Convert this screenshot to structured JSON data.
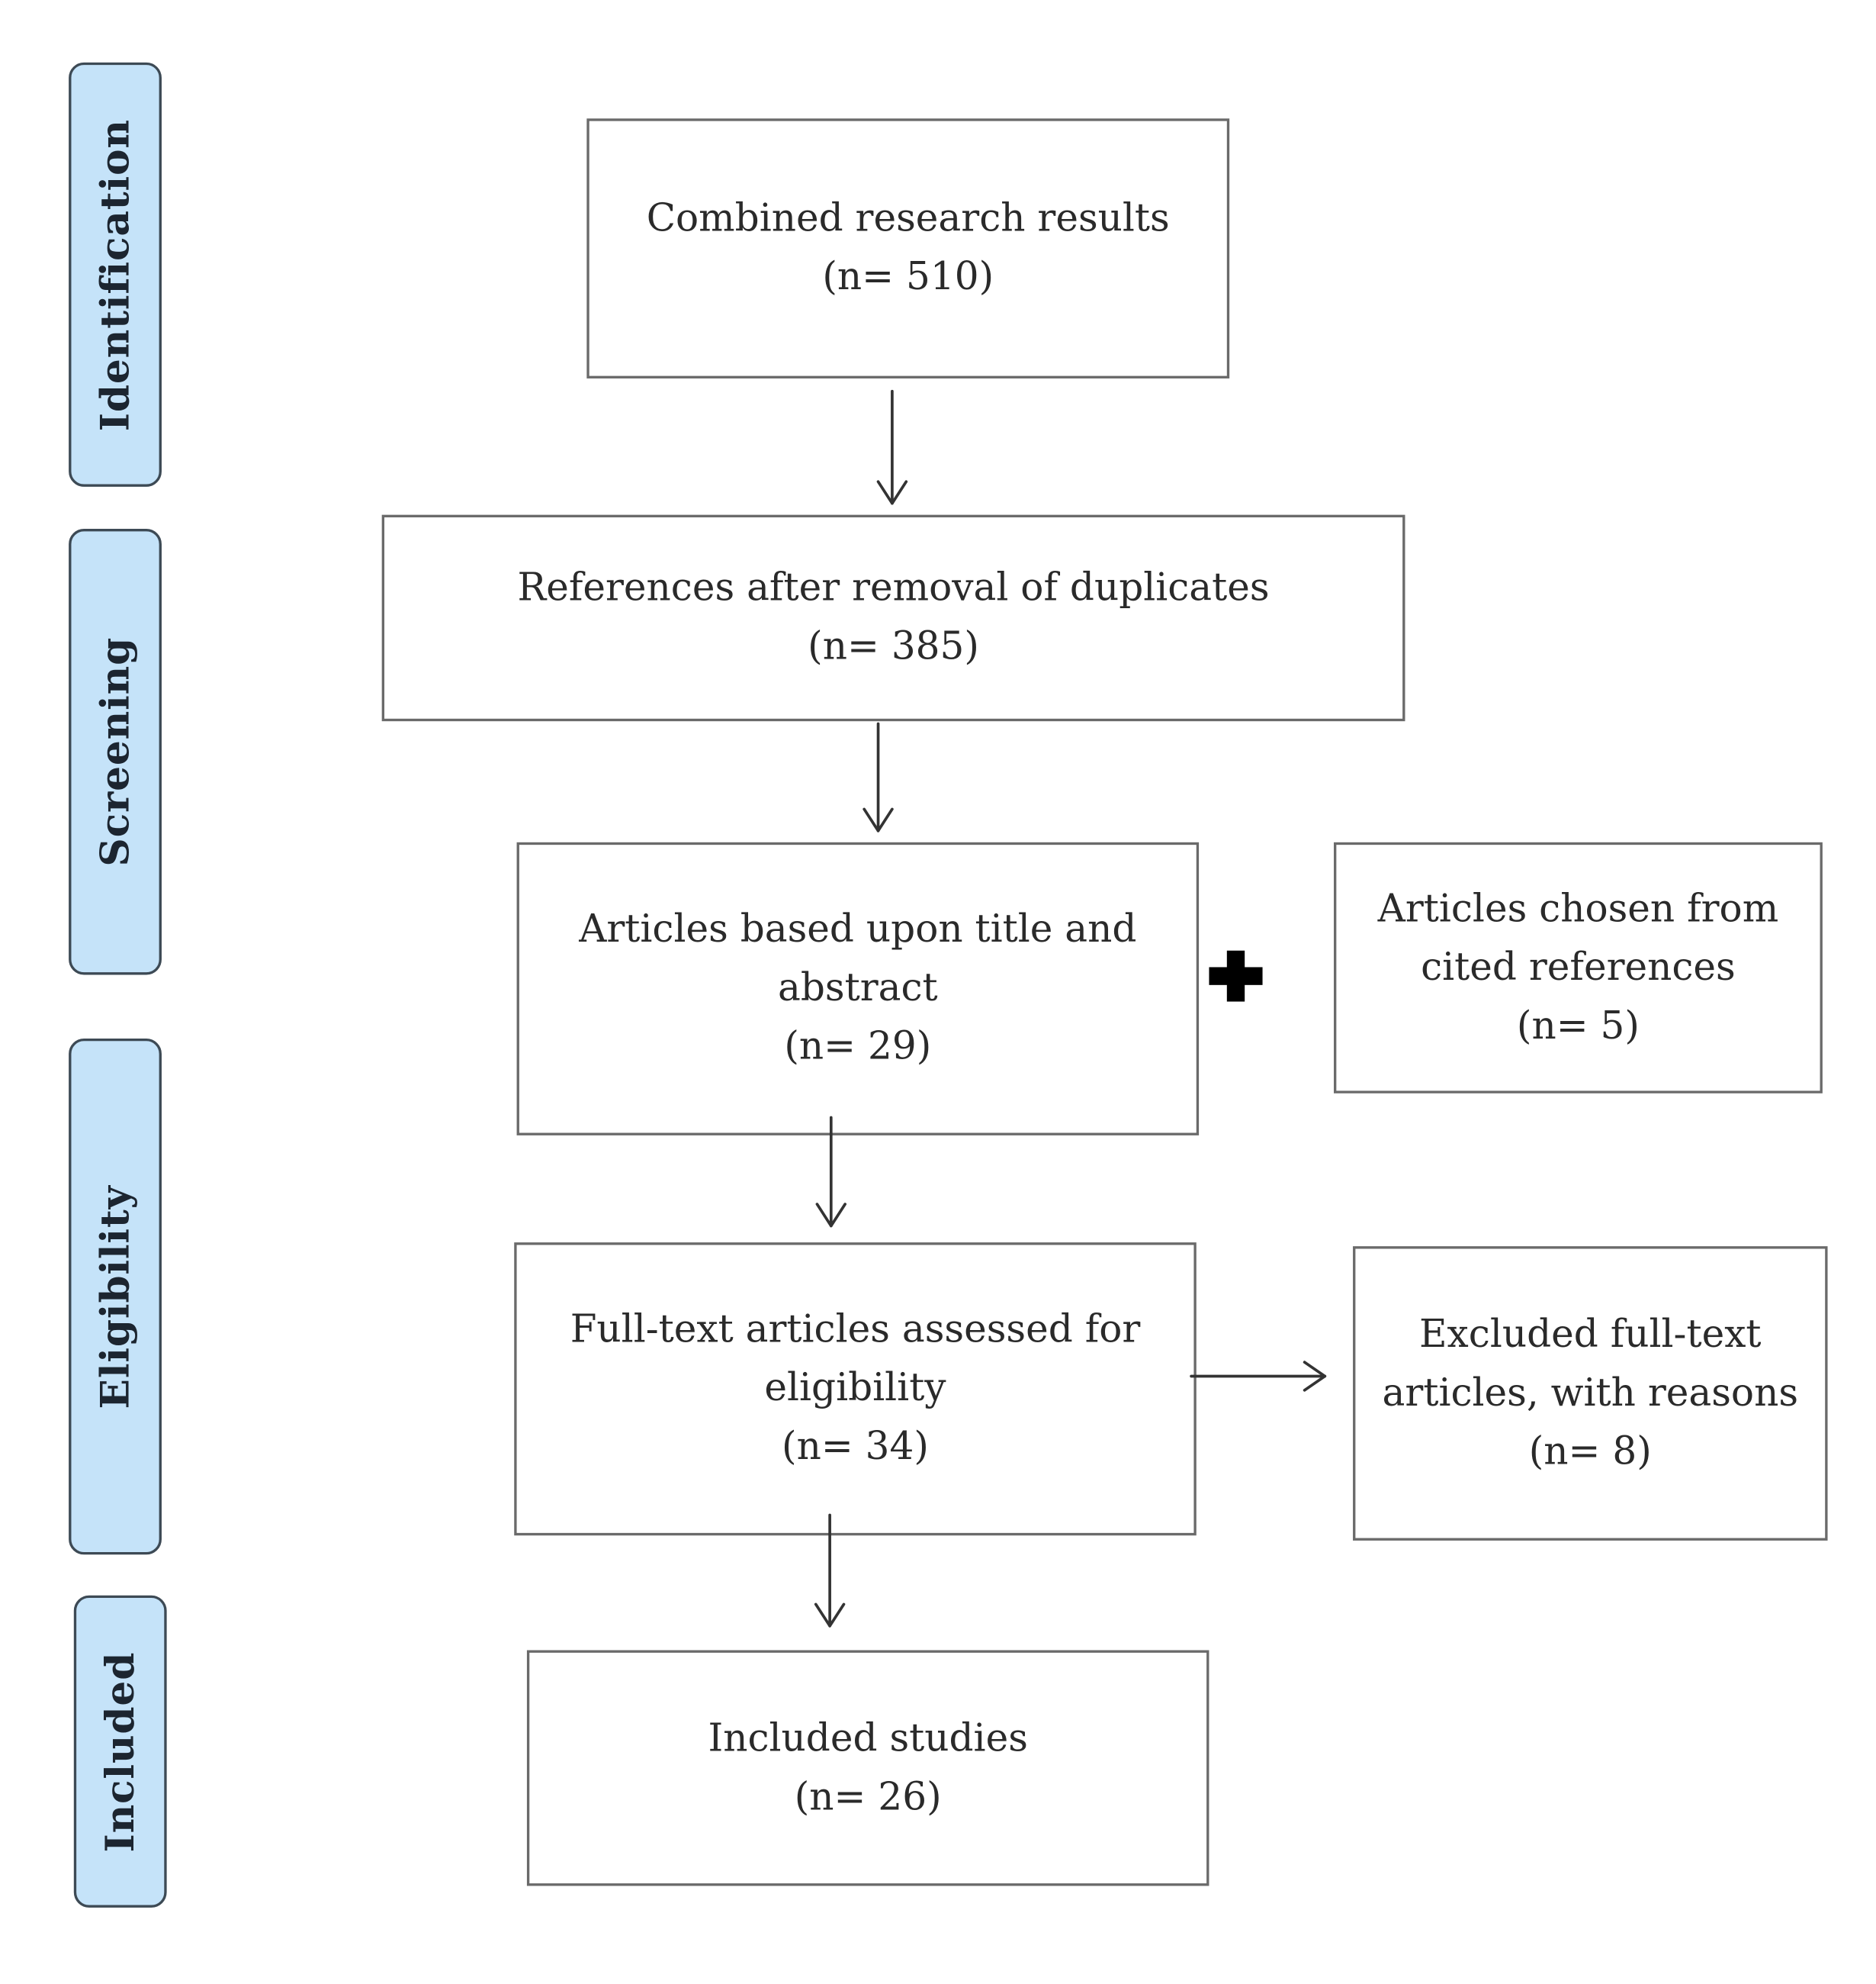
{
  "phases": [
    {
      "label": "Identification"
    },
    {
      "label": "Screening"
    },
    {
      "label": "Eligibility"
    },
    {
      "label": "Included"
    }
  ],
  "boxes": {
    "combined": {
      "lines": [
        "Combined research results",
        "(n= 510)"
      ]
    },
    "references": {
      "lines": [
        "References after removal of duplicates",
        "(n= 385)"
      ]
    },
    "title_abstract": {
      "lines": [
        "Articles based upon title and",
        "abstract",
        "(n= 29)"
      ]
    },
    "cited": {
      "lines": [
        "Articles chosen from",
        "cited references",
        "(n= 5)"
      ]
    },
    "fulltext": {
      "lines": [
        "Full-text articles assessed for",
        "eligibility",
        "(n= 34)"
      ]
    },
    "excluded": {
      "lines": [
        "Excluded full-text",
        "articles, with reasons",
        "(n= 8)"
      ]
    },
    "included": {
      "lines": [
        "Included studies",
        "(n= 26)"
      ]
    }
  },
  "connectors": {
    "plus_symbol": "plus-icon",
    "arrow_color": "#333333"
  },
  "colors": {
    "phase_fill": "#c5e3f9",
    "phase_border": "#3d4a55",
    "box_border": "#6a6a6a"
  }
}
